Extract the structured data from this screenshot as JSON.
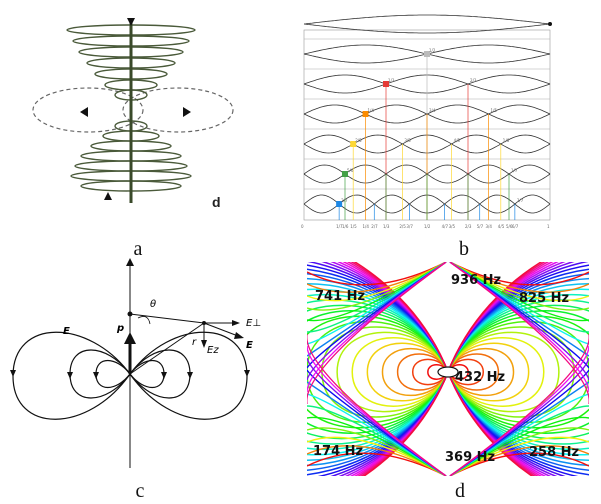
{
  "captions": {
    "a": "a",
    "b": "b",
    "c": "c",
    "d": "d"
  },
  "panel_a": {
    "label": "d"
  },
  "panel_b": {
    "fractions": [
      "1/2",
      "1/3",
      "2/3",
      "1/4",
      "3/4",
      "1/5",
      "2/5",
      "3/5",
      "4/5",
      "1/6",
      "5/6",
      "1/7",
      "2/7",
      "3/7",
      "4/7",
      "5/7",
      "6/7"
    ],
    "axis_ticks": [
      "0",
      "1/7",
      "1/6",
      "1/5",
      "1/4",
      "2/7",
      "1/3",
      "2/5",
      "3/7",
      "1/2",
      "4/7",
      "3/5",
      "2/3",
      "5/7",
      "3/4",
      "4/5",
      "5/6",
      "6/7",
      "1"
    ],
    "colors": [
      "#e53935",
      "#fb8c00",
      "#fdd835",
      "#43a047",
      "#1e88e5"
    ]
  },
  "panel_c": {
    "E_left": "E",
    "p": "p",
    "theta": "θ",
    "r": "r",
    "E_perp": "E⊥",
    "E_z": "Ez",
    "E_right": "E"
  },
  "panel_d": {
    "labels": [
      "741 Hz",
      "936 Hz",
      "825 Hz",
      "432 Hz",
      "174 Hz",
      "369 Hz",
      "258 Hz"
    ]
  }
}
